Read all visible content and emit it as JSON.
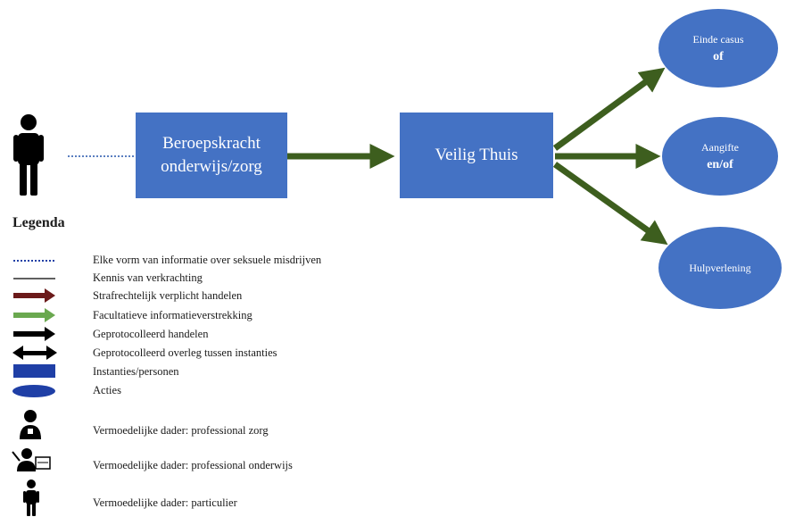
{
  "diagram": {
    "nodes": {
      "beroepskracht": "Beroepskracht onderwijs/zorg",
      "veilig_thuis": "Veilig Thuis",
      "einde_casus": "Einde casus",
      "einde_casus_conj": "of",
      "aangifte": "Aangifte",
      "aangifte_conj": "en/of",
      "hulpverlening": "Hulpverlening"
    }
  },
  "legend": {
    "title": "Legenda",
    "items": [
      "Elke vorm van informatie over seksuele misdrijven",
      "Kennis van verkrachting",
      "Strafrechtelijk verplicht handelen",
      "Facultatieve informatieverstrekking",
      "Geprotocolleerd handelen",
      "Geprotocolleerd overleg tussen instanties",
      "Instanties/personen",
      "Acties",
      "Vermoedelijke dader: professional zorg",
      "Vermoedelijke dader: professional onderwijs",
      "Vermoedelijke dader: particulier"
    ]
  },
  "colors": {
    "box_fill": "#4472c4",
    "flow_arrow": "#3d5e1e",
    "dotted_line": "#5b7fc0",
    "legal_arrow": "#6b1a1a",
    "optional_arrow": "#6aa84f",
    "protocol_arrow": "#000000",
    "legend_box": "#1f3fa6"
  }
}
